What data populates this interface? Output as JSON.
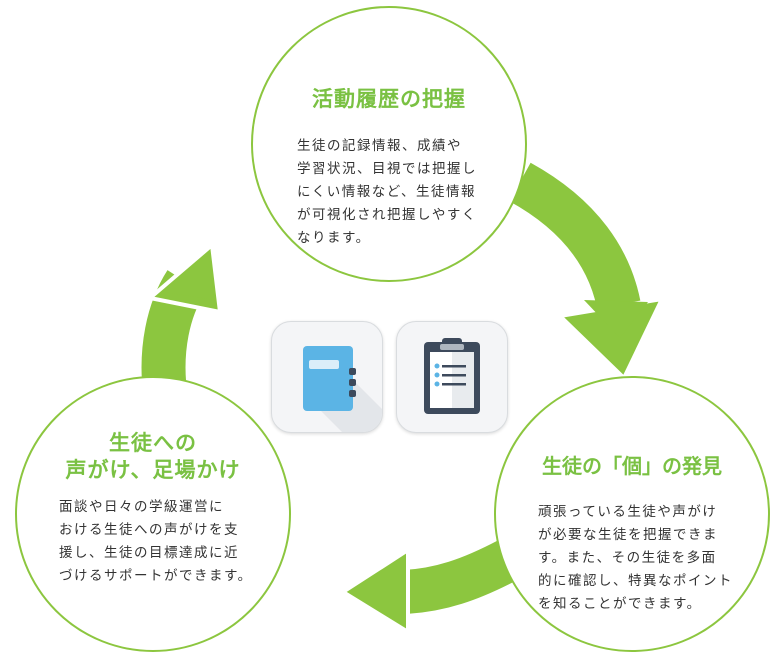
{
  "colors": {
    "accent": "#8cc63f",
    "title": "#7ac143",
    "body_text": "#333333",
    "notebook": "#5bb4e5",
    "clipboard": "#3d4a5c"
  },
  "nodes": {
    "top": {
      "title": "活動履歴の把握",
      "body": "生徒の記録情報、成績や\n学習状況、目視では把握し\nにくい情報など、生徒情報\nが可視化され把握しやすく\nなります。"
    },
    "left": {
      "title": "生徒への\n声がけ、足場かけ",
      "body": "面談や日々の学級運営に\nおける生徒への声がけを支\n援し、生徒の目標達成に近\nづけるサポートができます。"
    },
    "right": {
      "title": "生徒の「個」の発見",
      "body": "頑張っている生徒や声がけ\nが必要な生徒を把握できま\nす。また、その生徒を多面\n的に確認し、特異なポイント\nを知ることができます。"
    }
  },
  "icons": {
    "center_left": "notebook-icon",
    "center_right": "clipboard-icon"
  }
}
